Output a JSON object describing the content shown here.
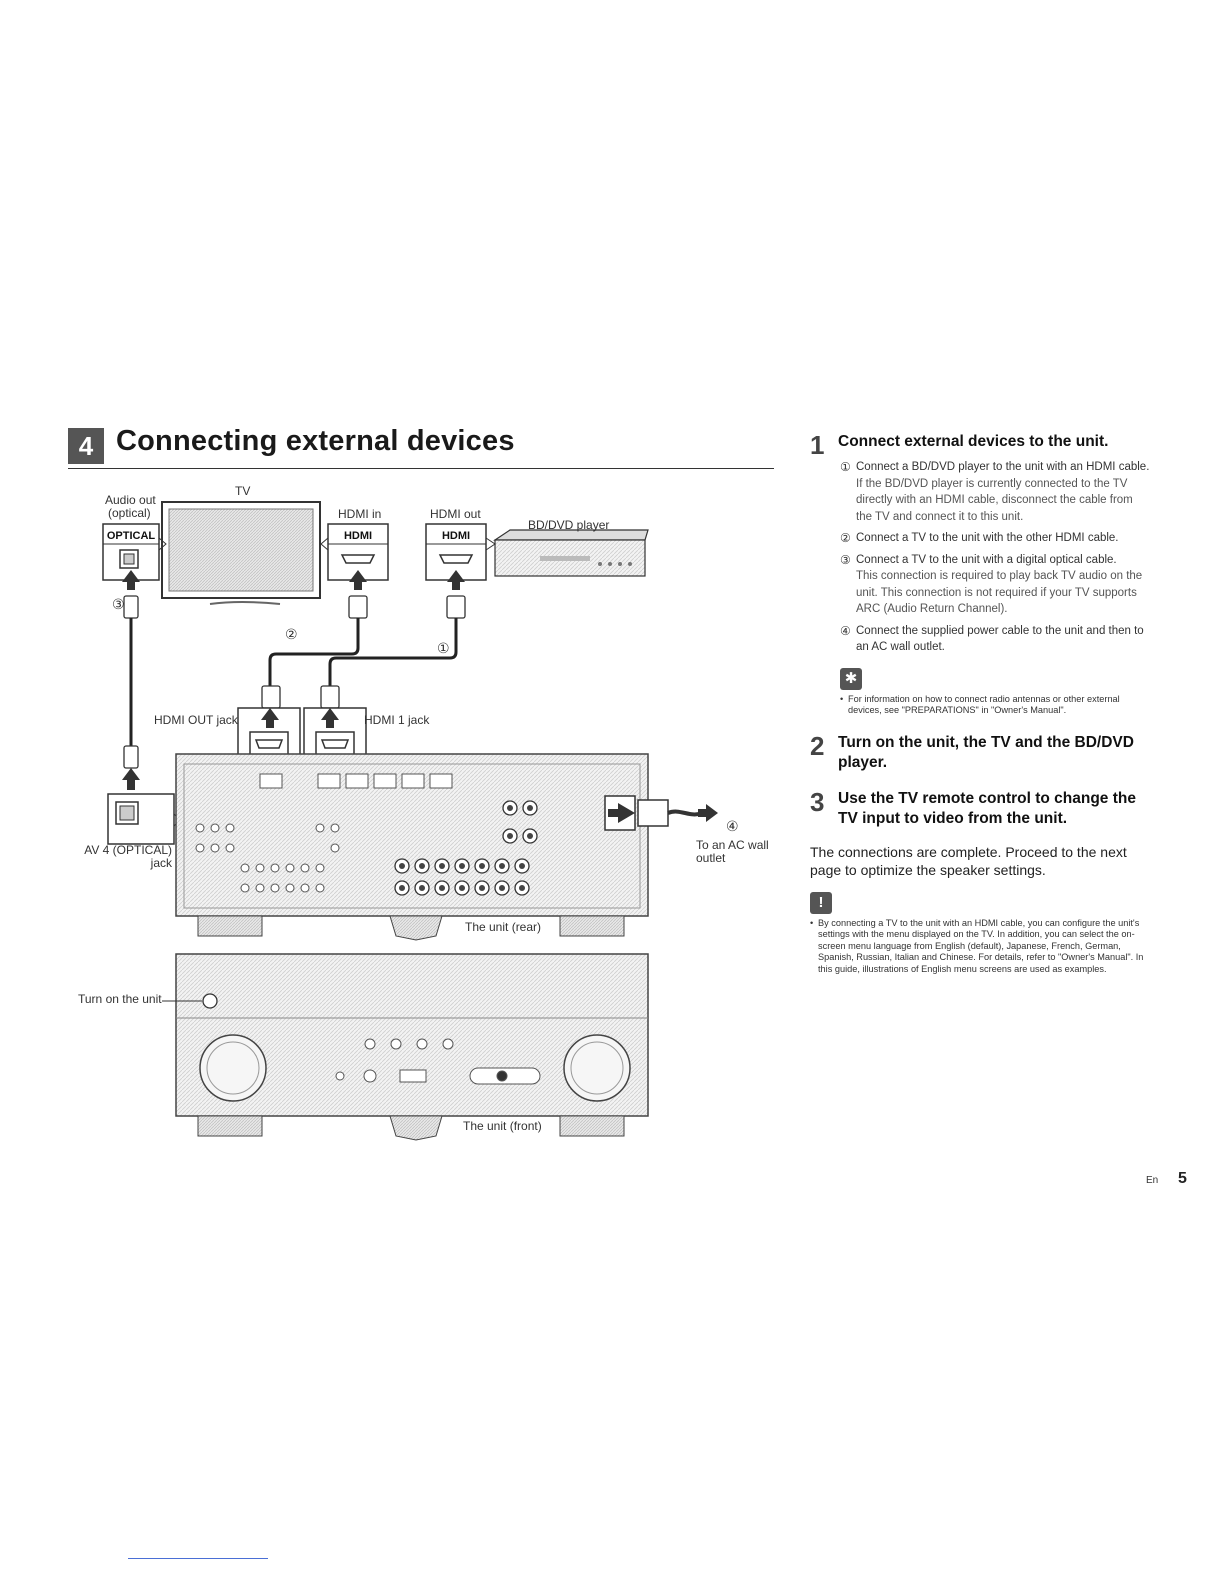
{
  "section": {
    "number": "4",
    "title": "Connecting external devices"
  },
  "diagram": {
    "labels": {
      "tv": "TV",
      "audio_out": "Audio out",
      "optical_paren": "(optical)",
      "optical_badge": "OPTICAL",
      "hdmi_in": "HDMI in",
      "hdmi_out": "HDMI out",
      "hdmi_badge_tv": "HDMI",
      "hdmi_badge_bd": "HDMI",
      "bd_player": "BD/DVD player",
      "circle_1": "①",
      "circle_2": "②",
      "circle_3": "③",
      "circle_4": "④",
      "hdmi_out_jack": "HDMI OUT jack",
      "hdmi_1_jack": "HDMI 1 jack",
      "av4_line1": "AV 4 (OPTICAL)",
      "av4_line2": "jack",
      "ac_line1": "To an AC wall",
      "ac_line2": "outlet",
      "unit_rear": "The unit (rear)",
      "unit_front": "The unit (front)",
      "turn_on": "Turn on the unit"
    }
  },
  "steps": [
    {
      "number": "1",
      "title": "Connect external devices to the unit.",
      "items": [
        {
          "marker": "①",
          "text": "Connect a BD/DVD player to the unit with an HDMI cable.",
          "sub": "If the BD/DVD player is currently connected to the TV directly with an HDMI cable, disconnect the cable from the TV and connect it to this unit."
        },
        {
          "marker": "②",
          "text": "Connect a TV to the unit with the other HDMI cable.",
          "sub": ""
        },
        {
          "marker": "③",
          "text": "Connect a TV to the unit with a digital optical cable.",
          "sub": "This connection is required to play back TV audio on the unit. This connection is not required if your TV supports ARC (Audio Return Channel)."
        },
        {
          "marker": "④",
          "text": "Connect the supplied power cable to the unit and then to an AC wall outlet.",
          "sub": ""
        }
      ],
      "tip": "For information on how to connect radio antennas or other external devices, see \"PREPARATIONS\" in \"Owner's Manual\"."
    },
    {
      "number": "2",
      "title": "Turn on the unit, the TV and the BD/DVD player."
    },
    {
      "number": "3",
      "title": "Use the TV remote control to change the TV input to video from the unit."
    }
  ],
  "completion_text": "The connections are complete. Proceed to the next page to optimize the speaker settings.",
  "caution_note": "By connecting a TV to the unit with an HDMI cable, you can configure the unit's settings with the menu displayed on the TV. In addition, you can select the on-screen menu language from English (default), Japanese, French, German, Spanish, Russian, Italian and Chinese. For details, refer to \"Owner's Manual\". In this guide, illustrations of English menu screens are used as examples.",
  "footer": {
    "lang": "En",
    "page": "5"
  }
}
